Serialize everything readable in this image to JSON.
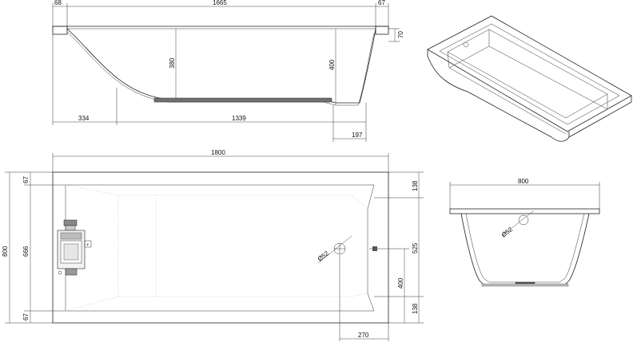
{
  "side_view": {
    "rim_left": "68",
    "inner_length": "1665",
    "rim_right": "67",
    "rim_height": "70",
    "depth_inner": "380",
    "depth_total": "400",
    "slope_run": "334",
    "bottom_length": "1339",
    "drain_offset": "197"
  },
  "top_view": {
    "total_length": "1800",
    "total_width": "800",
    "inner_width": "666",
    "rim_top": "67",
    "rim_bottom": "67",
    "right_rim_top": "138",
    "right_rim_bottom": "138",
    "right_inner": "525",
    "overflow_height": "400",
    "drain_from_end": "270",
    "drain_diameter": "Ø52"
  },
  "end_view": {
    "width": "800",
    "drain_diameter": "Ø52"
  }
}
